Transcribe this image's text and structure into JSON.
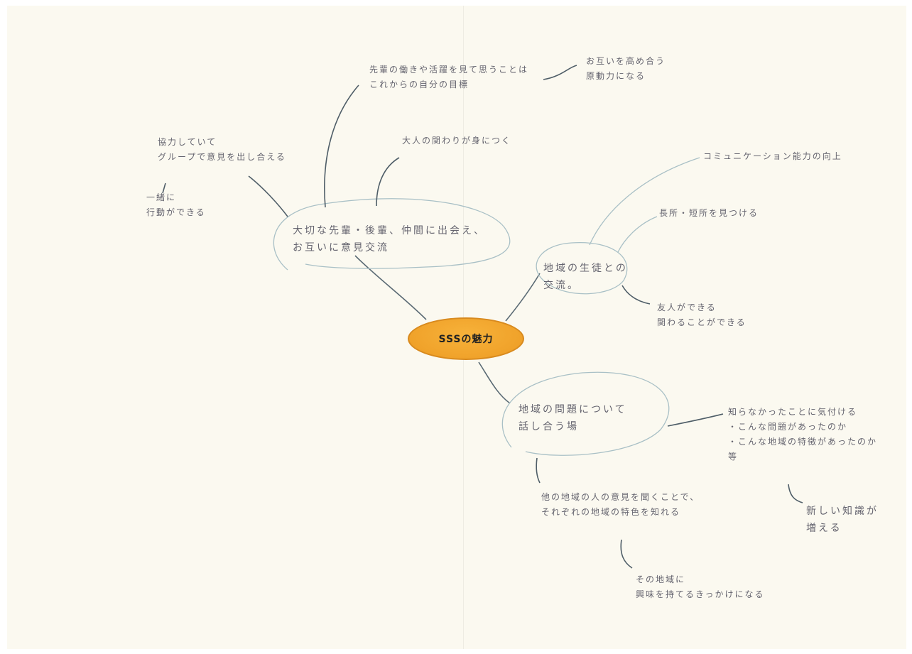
{
  "central_topic": "SSSの魅力",
  "branches": {
    "values": "大切な先輩・後輩、仲間に出会え、\nお互いに意見交流",
    "local_exchange": "地域の生徒との\n交流。",
    "local_issues": "地域の問題について\n話し合う場"
  },
  "notes": {
    "seniors_work": "先輩の働きや活躍を見て思うことは\nこれからの自分の目標",
    "mutual_growth": "お互いを高め合う\n原動力になる",
    "relationships": "大人の関わりが身につく",
    "group_action": "協力していて\nグループで意見を出し合える",
    "act_together": "一緒に\n行動ができる",
    "communication": "コミュニケーション能力の向上",
    "strengths": "長所・短所を見つける",
    "friends": "友人ができる\n関わることができる",
    "awareness": "知らなかったことに気付ける\n・こんな問題があったのか\n・こんな地域の特徴があったのか\n等",
    "new_knowledge": "新しい知識が\n増える",
    "regional_diff": "他の地域の人の意見を聞くことで、\nそれぞれの地域の特色を知れる",
    "other_regions": "その地域に\n興味を持てるきっかけになる"
  },
  "colors": {
    "center_fill": "#f0a22a",
    "branch_line": "#9bb0b8",
    "sub_line": "#4f5e68"
  }
}
